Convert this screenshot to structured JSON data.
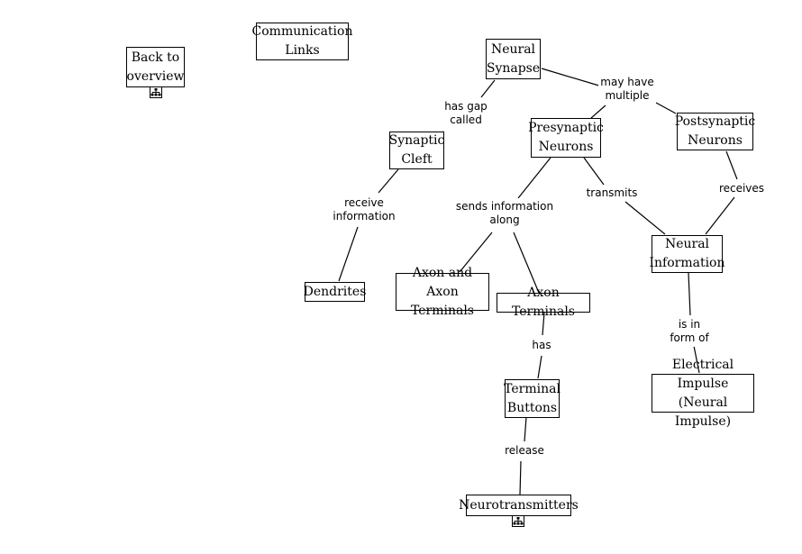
{
  "nodes": {
    "back_to_overview": "Back to\noverview",
    "communication_links": "Communication\nLinks",
    "neural_synapse": "Neural\nSynapse",
    "synaptic_cleft": "Synaptic\nCleft",
    "presynaptic_neurons": "Presynaptic\nNeurons",
    "postsynaptic_neurons": "Postsynaptic\nNeurons",
    "dendrites": "Dendrites",
    "axon_and_axon_terminals": "Axon and\nAxon Terminals",
    "axon_terminals": "Axon Terminals",
    "neural_information": "Neural\nInformation",
    "terminal_buttons": "Terminal\nButtons",
    "electrical_impulse": "Electrical Impulse\n(Neural Impulse)",
    "neurotransmitters": "Neurotransmitters"
  },
  "links": {
    "has_gap_called": "has gap\ncalled",
    "may_have_multiple": "may have\nmultiple",
    "receive_information": "receive\ninformation",
    "sends_information_along": "sends information\nalong",
    "transmits": "transmits",
    "receives": "receives",
    "has": "has",
    "is_in_form_of": "is in\nform of",
    "release": "release"
  },
  "icons": {
    "back_to_overview": "submap-icon",
    "neurotransmitters": "submap-icon"
  }
}
